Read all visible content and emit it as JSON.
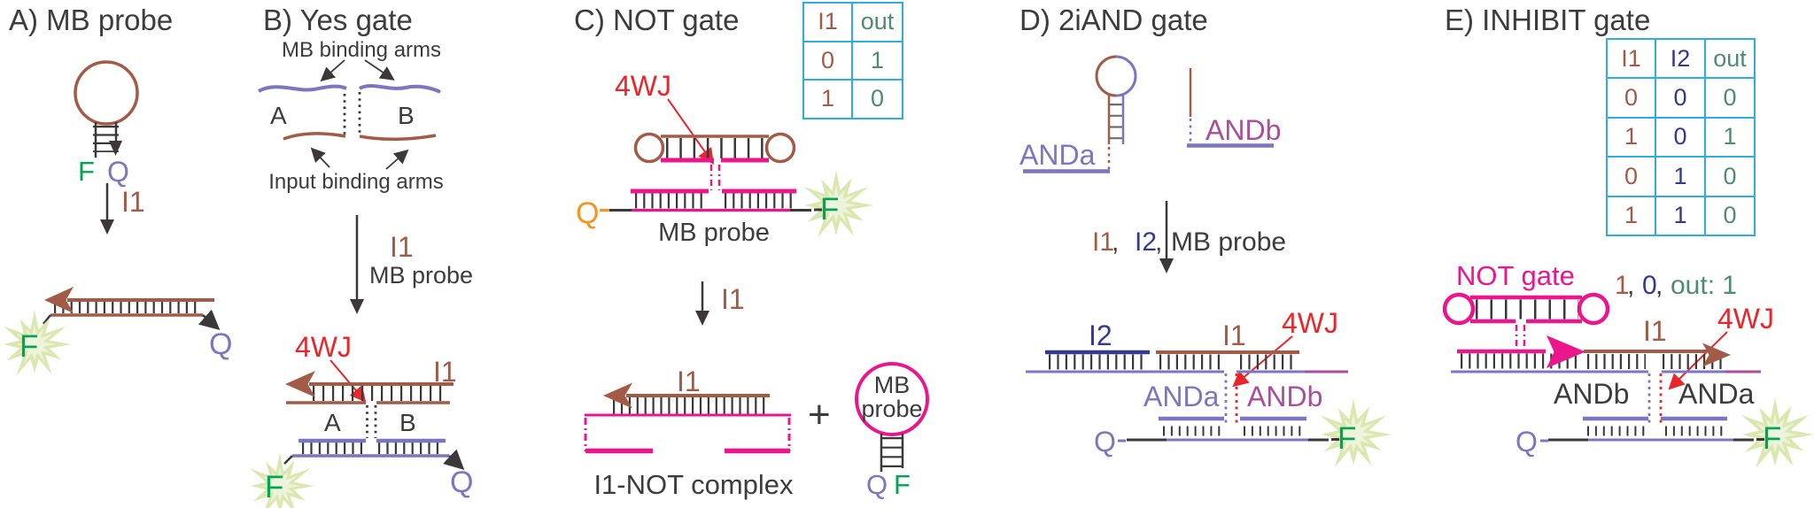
{
  "colors": {
    "brown": "#A25B46",
    "purple": "#7D75C0",
    "navy": "#34398F",
    "magenta": "#EC168C",
    "plum": "#A94E98",
    "red": "#E8262B",
    "green": "#00A552",
    "teal": "#4F8B73",
    "orange": "#F7941E",
    "cyan": "#2FACE3",
    "dark": "#3C3C3C"
  },
  "panel_a": {
    "title": "A) MB probe",
    "hairpin_f": "F",
    "hairpin_q": "Q",
    "arrow_label": "I1",
    "duplex_f": "F",
    "duplex_q": "Q"
  },
  "panel_b": {
    "title": "B) Yes gate",
    "mb_arms_label": "MB binding arms",
    "arm_a": "A",
    "arm_b": "B",
    "input_arms_label": "Input binding arms",
    "arrow_line1": "I1",
    "arrow_line2": "MB probe",
    "fwj_label": "4WJ",
    "i1_label": "I1",
    "seg_a": "A",
    "seg_b": "B",
    "f_label": "F",
    "q_label": "Q"
  },
  "panel_c": {
    "title": "C) NOT gate",
    "table": {
      "headers": [
        "I1",
        "out"
      ],
      "rows": [
        [
          "0",
          "1"
        ],
        [
          "1",
          "0"
        ]
      ]
    },
    "fwj_label": "4WJ",
    "q_label": "Q",
    "f_label": "F",
    "mb_probe_label": "MB probe",
    "arrow_label": "I1",
    "i1_label": "I1",
    "complex_label": "I1-NOT complex",
    "plus": "+",
    "hairpin_line1": "MB",
    "hairpin_line2": "probe",
    "hairpin_q": "Q",
    "hairpin_f": "F"
  },
  "panel_d": {
    "title": "D) 2iAND gate",
    "anda_label": "ANDa",
    "andb_label": "ANDb",
    "arrow_i1": "I1",
    "arrow_comma1": ",",
    "arrow_i2": "I2",
    "arrow_comma2": ",",
    "arrow_mb": "MB probe",
    "i2_label": "I2",
    "i1_label": "I1",
    "fwj_label": "4WJ",
    "anda2_label": "ANDa",
    "andb2_label": "ANDb",
    "q_label": "Q",
    "f_label": "F"
  },
  "panel_e": {
    "title": "E) INHIBIT gate",
    "table": {
      "headers": [
        "I1",
        "I2",
        "out"
      ],
      "rows": [
        [
          "0",
          "0",
          "0"
        ],
        [
          "1",
          "0",
          "1"
        ],
        [
          "0",
          "1",
          "0"
        ],
        [
          "1",
          "1",
          "0"
        ]
      ]
    },
    "not_gate_label": "NOT gate",
    "result_i1": "1",
    "result_comma1": ",",
    "result_i2": "0",
    "result_comma2": ",",
    "result_out": "out: 1",
    "i1_label": "I1",
    "fwj_label": "4WJ",
    "andb_label": "ANDb",
    "anda_label": "ANDa",
    "q_label": "Q",
    "f_label": "F"
  }
}
